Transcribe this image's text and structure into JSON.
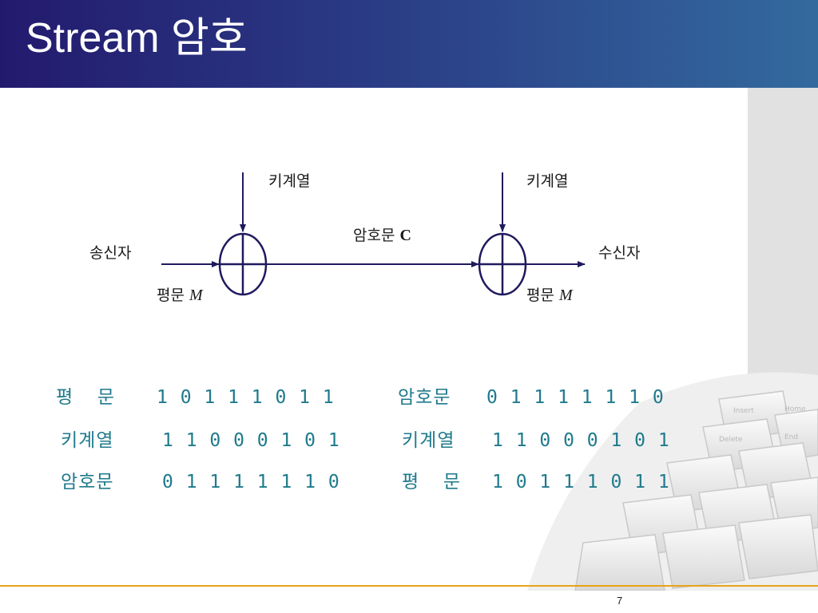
{
  "slide": {
    "title": "Stream 암호",
    "page_number": "7"
  },
  "diagram": {
    "keystream_left": "키계열",
    "keystream_right": "키계열",
    "sender": "송신자",
    "receiver": "수신자",
    "plaintext_left_word": "평문",
    "plaintext_left_symbol": "M",
    "plaintext_right_word": "평문",
    "plaintext_right_symbol": "M",
    "ciphertext_word": "암호문",
    "ciphertext_symbol": "C",
    "colors": {
      "line": "#1f1a5e"
    }
  },
  "table": {
    "left": [
      {
        "label": "평  문",
        "bits": "1 0 1 1 1 0 1 1"
      },
      {
        "label": "키계열",
        "bits": "1 1 0 0 0 1 0 1"
      },
      {
        "label": "암호문",
        "bits": "0 1 1 1 1 1 1 0"
      }
    ],
    "right": [
      {
        "label": "암호문",
        "bits": "0 1 1 1 1 1 1 0"
      },
      {
        "label": "키계열",
        "bits": "1 1 0 0 0 1 0 1"
      },
      {
        "label": "평  문",
        "bits": "1 0 1 1 1 0 1 1"
      }
    ],
    "colors": {
      "text": "#1f7a8c"
    }
  },
  "decor": {
    "header_gradient": [
      "#231a6e",
      "#336a9e"
    ],
    "panel_color": "#e1e1e1",
    "footer_line_color": "#e8a317",
    "background_image": "keyboard-keys"
  }
}
